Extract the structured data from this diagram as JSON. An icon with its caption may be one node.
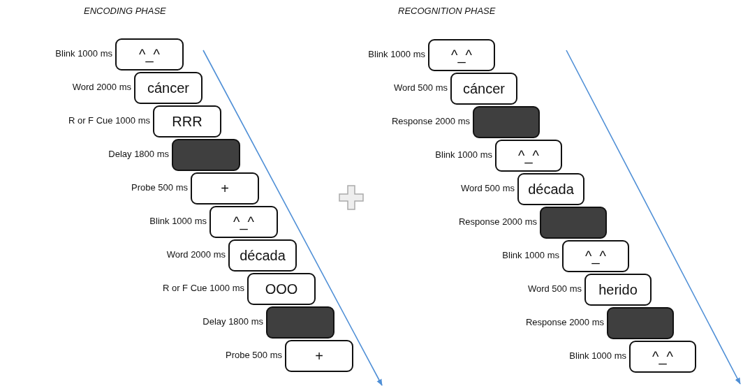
{
  "diagram": {
    "nodes": [
      {
        "text": [
          "^_^"
        ],
        "beside": [
          "Blink 1000 ms"
        ]
      },
      {
        "text": [
          "cáncer"
        ],
        "beside": [
          "Word 2000 ms"
        ]
      },
      {
        "text": [
          "RRR"
        ],
        "beside": [
          "R or F Cue 1000 ms"
        ]
      },
      {
        "text": [],
        "shape": "box",
        "beside": [
          "Delay 1800 ms"
        ]
      },
      {
        "text": [
          "+"
        ],
        "beside": [
          "Probe 500 ms"
        ]
      },
      {
        "text": [
          "^_^"
        ],
        "beside": [
          "Blink 1000 ms"
        ]
      },
      {
        "text": [
          "década"
        ],
        "beside": [
          "Word 2000 ms"
        ]
      },
      {
        "text": [
          "OOO"
        ],
        "beside": [
          "R or F Cue 1000 ms"
        ]
      },
      {
        "text": [],
        "shape": "box",
        "beside": [
          "Delay 1800 ms"
        ]
      },
      {
        "text": [
          "+"
        ],
        "beside": [
          "Probe 500 ms"
        ]
      },
      {
        "text": [
          "^_^"
        ],
        "beside": [
          "Blink 1000 ms"
        ]
      },
      {
        "text": [
          "cáncer"
        ],
        "beside": [
          "Word 500 ms"
        ]
      },
      {
        "text": [],
        "shape": "box",
        "beside": [
          "Response 2000 ms"
        ]
      },
      {
        "text": [
          "^_^"
        ],
        "beside": [
          "Blink 1000 ms"
        ]
      },
      {
        "text": [
          "década"
        ],
        "beside": [
          "Word 500 ms"
        ]
      },
      {
        "text": [],
        "shape": "box",
        "beside": [
          "Response 2000 ms"
        ]
      },
      {
        "text": [
          "^_^"
        ],
        "beside": [
          "Blink 1000 ms"
        ]
      },
      {
        "text": [
          "herido"
        ],
        "beside": [
          "Word 500 ms"
        ]
      },
      {
        "text": [],
        "shape": "box",
        "beside": [
          "Response 2000 ms"
        ]
      },
      {
        "text": [
          "^_^"
        ],
        "beside": [
          "Blink 1000 ms"
        ]
      }
    ],
    "labels": [
      "ENCODING PHASE",
      "RECOGNITION PHASE"
    ]
  }
}
